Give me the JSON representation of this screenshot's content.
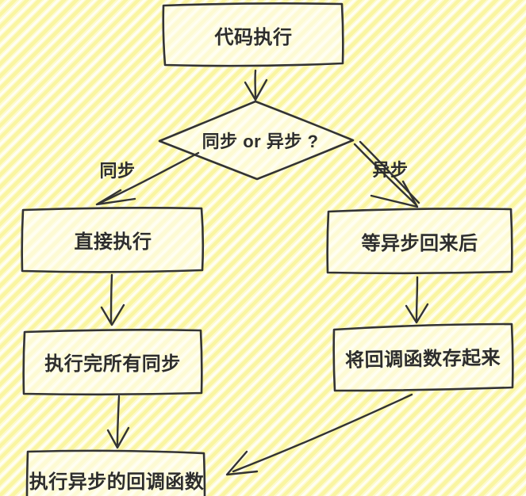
{
  "nodes": {
    "code_execution": {
      "label": "代码执行"
    },
    "decision": {
      "label": "同步 or 异步 ?"
    },
    "sync_direct": {
      "label": "直接执行"
    },
    "async_wait": {
      "label": "等异步回来后"
    },
    "sync_done": {
      "label": "执行完所有同步"
    },
    "store_callback": {
      "label": "将回调函数存起来"
    },
    "run_async_callbacks": {
      "label": "执行异步的回调函数"
    }
  },
  "edges": {
    "sync": {
      "label": "同步"
    },
    "async": {
      "label": "异步"
    }
  },
  "colors": {
    "background_yellow": "#faf5a1",
    "background_white": "#fffef2",
    "stroke": "#333333",
    "text": "#2d2d2d",
    "node_fill": "#fffdf2"
  }
}
